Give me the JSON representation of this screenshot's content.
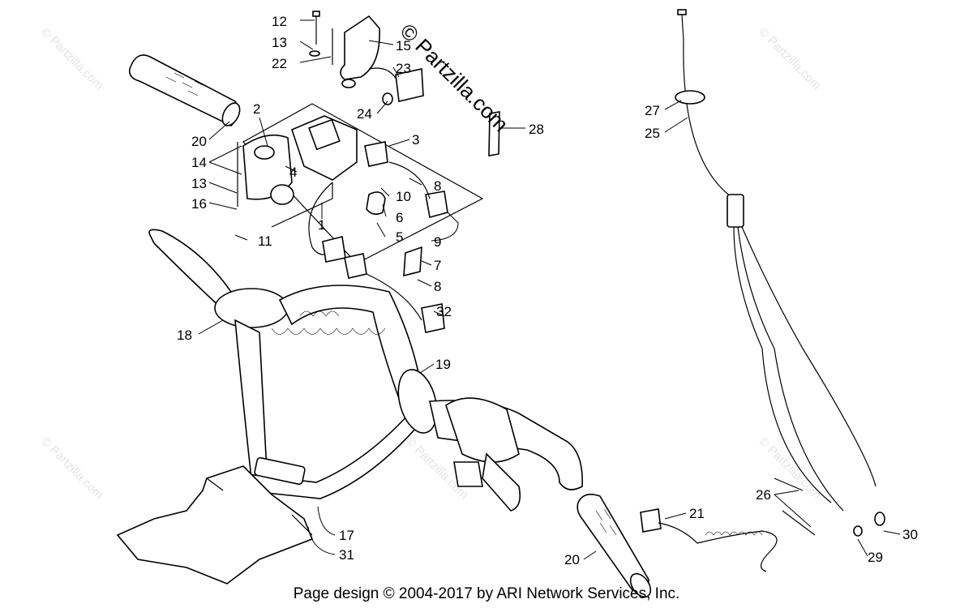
{
  "watermarks": [
    {
      "text": "© Partzilla.com",
      "rot": 45
    },
    {
      "text": "© Partzilla.com",
      "rot": 45
    },
    {
      "text": "© Partzilla.com",
      "rot": 45
    },
    {
      "text": "© Partzilla.com",
      "rot": 45
    },
    {
      "text": "© Partzilla.com",
      "rot": 45
    },
    {
      "text": "© Partzilla.com",
      "rot": 45
    }
  ],
  "center_watermark": "© Partzilla.com",
  "callouts": [
    "12",
    "13",
    "22",
    "15",
    "23",
    "24",
    "28",
    "27",
    "25",
    "2",
    "20",
    "14",
    "13",
    "16",
    "11",
    "3",
    "4",
    "8",
    "10",
    "6",
    "5",
    "9",
    "1",
    "7",
    "8",
    "32",
    "18",
    "19",
    "26",
    "21",
    "30",
    "29",
    "17",
    "31",
    "20"
  ],
  "footer": "Page design © 2004-2017 by ARI Network Services, Inc."
}
